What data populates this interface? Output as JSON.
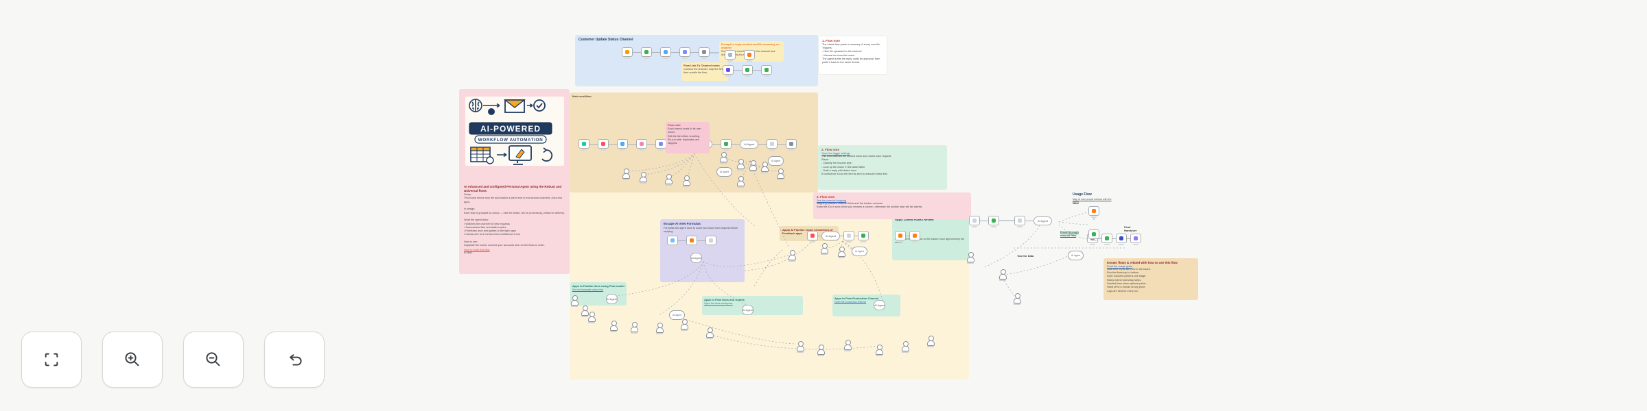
{
  "colors": {
    "accent_navy": "#1f3a5f",
    "accent_orange": "#f5a623",
    "note_red": "#c0392b",
    "link_blue": "#3b6fc4",
    "panel_blue": "#d9e7f7",
    "panel_tan": "#f3e0bd",
    "panel_yellow": "#fdf3d8",
    "panel_pink": "#f9d9de",
    "panel_green": "#d7f0e2",
    "panel_lavender": "#dad6f0"
  },
  "toolbar": {
    "buttons": [
      {
        "icon": "fullscreen-icon"
      },
      {
        "icon": "zoom-in-icon"
      },
      {
        "icon": "zoom-out-icon"
      },
      {
        "icon": "undo-icon"
      }
    ]
  },
  "logo": {
    "title": "AI-POWERED",
    "subtitle": "WORKFLOW AUTOMATION"
  },
  "pink_doc": {
    "title": "AI Advanced and configured Personal Agent using the Robust and Universal flows",
    "body": "Setup:\nThis board shows how the automation is wired end to end across channels, docs and apps.\n\nIn design:\nEach flow is grouped by colour — blue for intake, tan for processing, yellow for delivery.\n\nWhat the agent does:\n• Watches the channel for new requests\n• Summarises files and drafts replies\n• Publishes docs and guides to the right apps\n• Hands over to a human when confidence is low\n\nHow to use:\nDuplicate the board, connect your accounts and run the flows in order.\n\nAI flow:",
    "link": "How to build this flow"
  },
  "blue": {
    "title": "Customer Update Status Channel",
    "note1": {
      "title": "Prompt to reply needed and file summary on channel",
      "body": "Runs when a new file lands in the channel and drafts the reply for approval."
    },
    "note2": {
      "title": "Flow Link To Channel notes",
      "body": "Connect the channel, map the fields, then enable the flow."
    },
    "flow_main": [
      {
        "t": "sq",
        "c": "#f59f00"
      },
      {
        "t": "sq",
        "c": "#37b24d"
      },
      {
        "t": "sq",
        "c": "#4dabf7"
      },
      {
        "t": "sq",
        "c": "#748ffc"
      },
      {
        "t": "sq",
        "c": "#868e96"
      }
    ],
    "flow_note1": [
      {
        "t": "sq",
        "c": "#adb5bd"
      },
      {
        "t": "sq",
        "c": "#fd7e14"
      }
    ],
    "flow_b": [
      {
        "t": "sq",
        "c": "#7048e8"
      },
      {
        "t": "sq",
        "c": "#37b24d"
      },
      {
        "t": "sq",
        "c": "#37b24d"
      }
    ]
  },
  "white_note": {
    "title": "1. Flow note",
    "body": "The intake flow posts a summary of every new file.\nTriggers:\n- New file uploaded to the channel\n- Manual run from the board\nThe agent drafts the reply, waits for approval, then posts it back to the same thread."
  },
  "tan": {
    "label": "Main workflow",
    "note": {
      "title": "Flow note",
      "body": "Each branch posts to its own owner.\nEdit the list before enabling.\nRe-run safe: duplicates are skipped."
    },
    "flow": [
      {
        "t": "sq",
        "c": "#20c997"
      },
      {
        "t": "sq",
        "c": "#fa5252"
      },
      {
        "t": "sq",
        "c": "#4dabf7"
      },
      {
        "t": "sq",
        "c": "#f783ac"
      },
      {
        "t": "sq",
        "c": "#748ffc"
      },
      {
        "t": "sq",
        "c": "#37b24d"
      },
      {
        "t": "pill",
        "label": "AI Agent"
      },
      {
        "t": "sq",
        "c": "#37b24d"
      },
      {
        "t": "pill",
        "label": "AI Agent"
      },
      {
        "t": "sq",
        "c": "#ced4da"
      },
      {
        "t": "sq",
        "c": "#868e96"
      }
    ]
  },
  "green_note": {
    "title": "2. Flow note",
    "link": "Open the trigger settings",
    "body": "This flow watches the shared inbox and routes each request.\nSteps:\n- Classify the request type\n- Look up the owner in the asset table\n- Draft a reply with linked docs\nIf confidence is low the item is sent to manual review first."
  },
  "pink_note": {
    "title": "3. Flow note",
    "link": "See the channel mapping",
    "body": "Mapping between channel fields and the tracker columns.\nKeep the IDs in sync when you rename a column, otherwise the publish step will fail silently."
  },
  "yellow": {
    "lavender": {
      "title": "Escape AI view Formulas",
      "body": "Formulas the agent uses to score and route each request before replying.",
      "flow": [
        {
          "t": "sq",
          "c": "#74c0fc"
        },
        {
          "t": "sq",
          "c": "#fd7e14"
        },
        {
          "t": "sq",
          "c": "#ced4da"
        }
      ],
      "agent": "AI Agent"
    },
    "tan_label": "Apply AI Pipeline report streamlines of Feedback apps",
    "mint_panel": {
      "title": "Apply Linked Planks Review",
      "body": "Review items sync back to the tracker once approved by the owner."
    },
    "flow_mid": [
      {
        "t": "sq",
        "c": "#fa5252"
      },
      {
        "t": "pill",
        "label": "AI Agent"
      },
      {
        "t": "sq",
        "c": "#ced4da"
      },
      {
        "t": "sq",
        "c": "#37b24d"
      }
    ],
    "mint_flow": [
      {
        "t": "sq",
        "c": "#fd7e14"
      },
      {
        "t": "sq",
        "c": "#fd7e14"
      }
    ],
    "note1": {
      "title": "Apps to Publish docs using Flow model",
      "link": "See the template setup here",
      "agent": "AI Agent"
    },
    "note2": {
      "title": "Apps to Flow Docs and Guides",
      "link": "Open the docs workspace",
      "agent": "AI Agent"
    },
    "note3": {
      "title": "Apps to Flow Production Channel",
      "link": "Open the production channel",
      "agent": "AI Agent"
    }
  },
  "right": {
    "usage_title": "Usage Flow",
    "usage_sub": "Map of how people interact with the agent",
    "final_label": "Final\nHandover",
    "email_label": "Email through\nmanual flow",
    "tool_label": "Tool for Data",
    "flow_r1a": [
      {
        "t": "sq",
        "c": "#ced4da"
      },
      {
        "t": "sq",
        "c": "#37b24d"
      }
    ],
    "flow_r1b": [
      {
        "t": "sq",
        "c": "#ced4da"
      },
      {
        "t": "pill",
        "label": "AI Agent"
      }
    ],
    "col_top": {
      "c": "#fd7e14"
    },
    "col_bottom": {
      "c": "#37b24d"
    },
    "flow_r2": [
      {
        "t": "sq",
        "c": "#9775fa"
      },
      {
        "t": "sq",
        "c": "#37b24d"
      },
      {
        "t": "sq",
        "c": "#364fc7"
      },
      {
        "t": "sq",
        "c": "#9775fa"
      }
    ],
    "orange_note": {
      "title": "Known flows & related with how to use this flow",
      "link": "Read the usage guide",
      "body": "Start here if you are new to the board.\nRun the flows top to bottom.\nEach coloured panel is one stage.\nSticky notes hold setup steps.\nDashed lines show optional paths.\nHand off to a human at any point.\nLogs are kept for every run."
    }
  },
  "agent_pill": "AI Agent"
}
